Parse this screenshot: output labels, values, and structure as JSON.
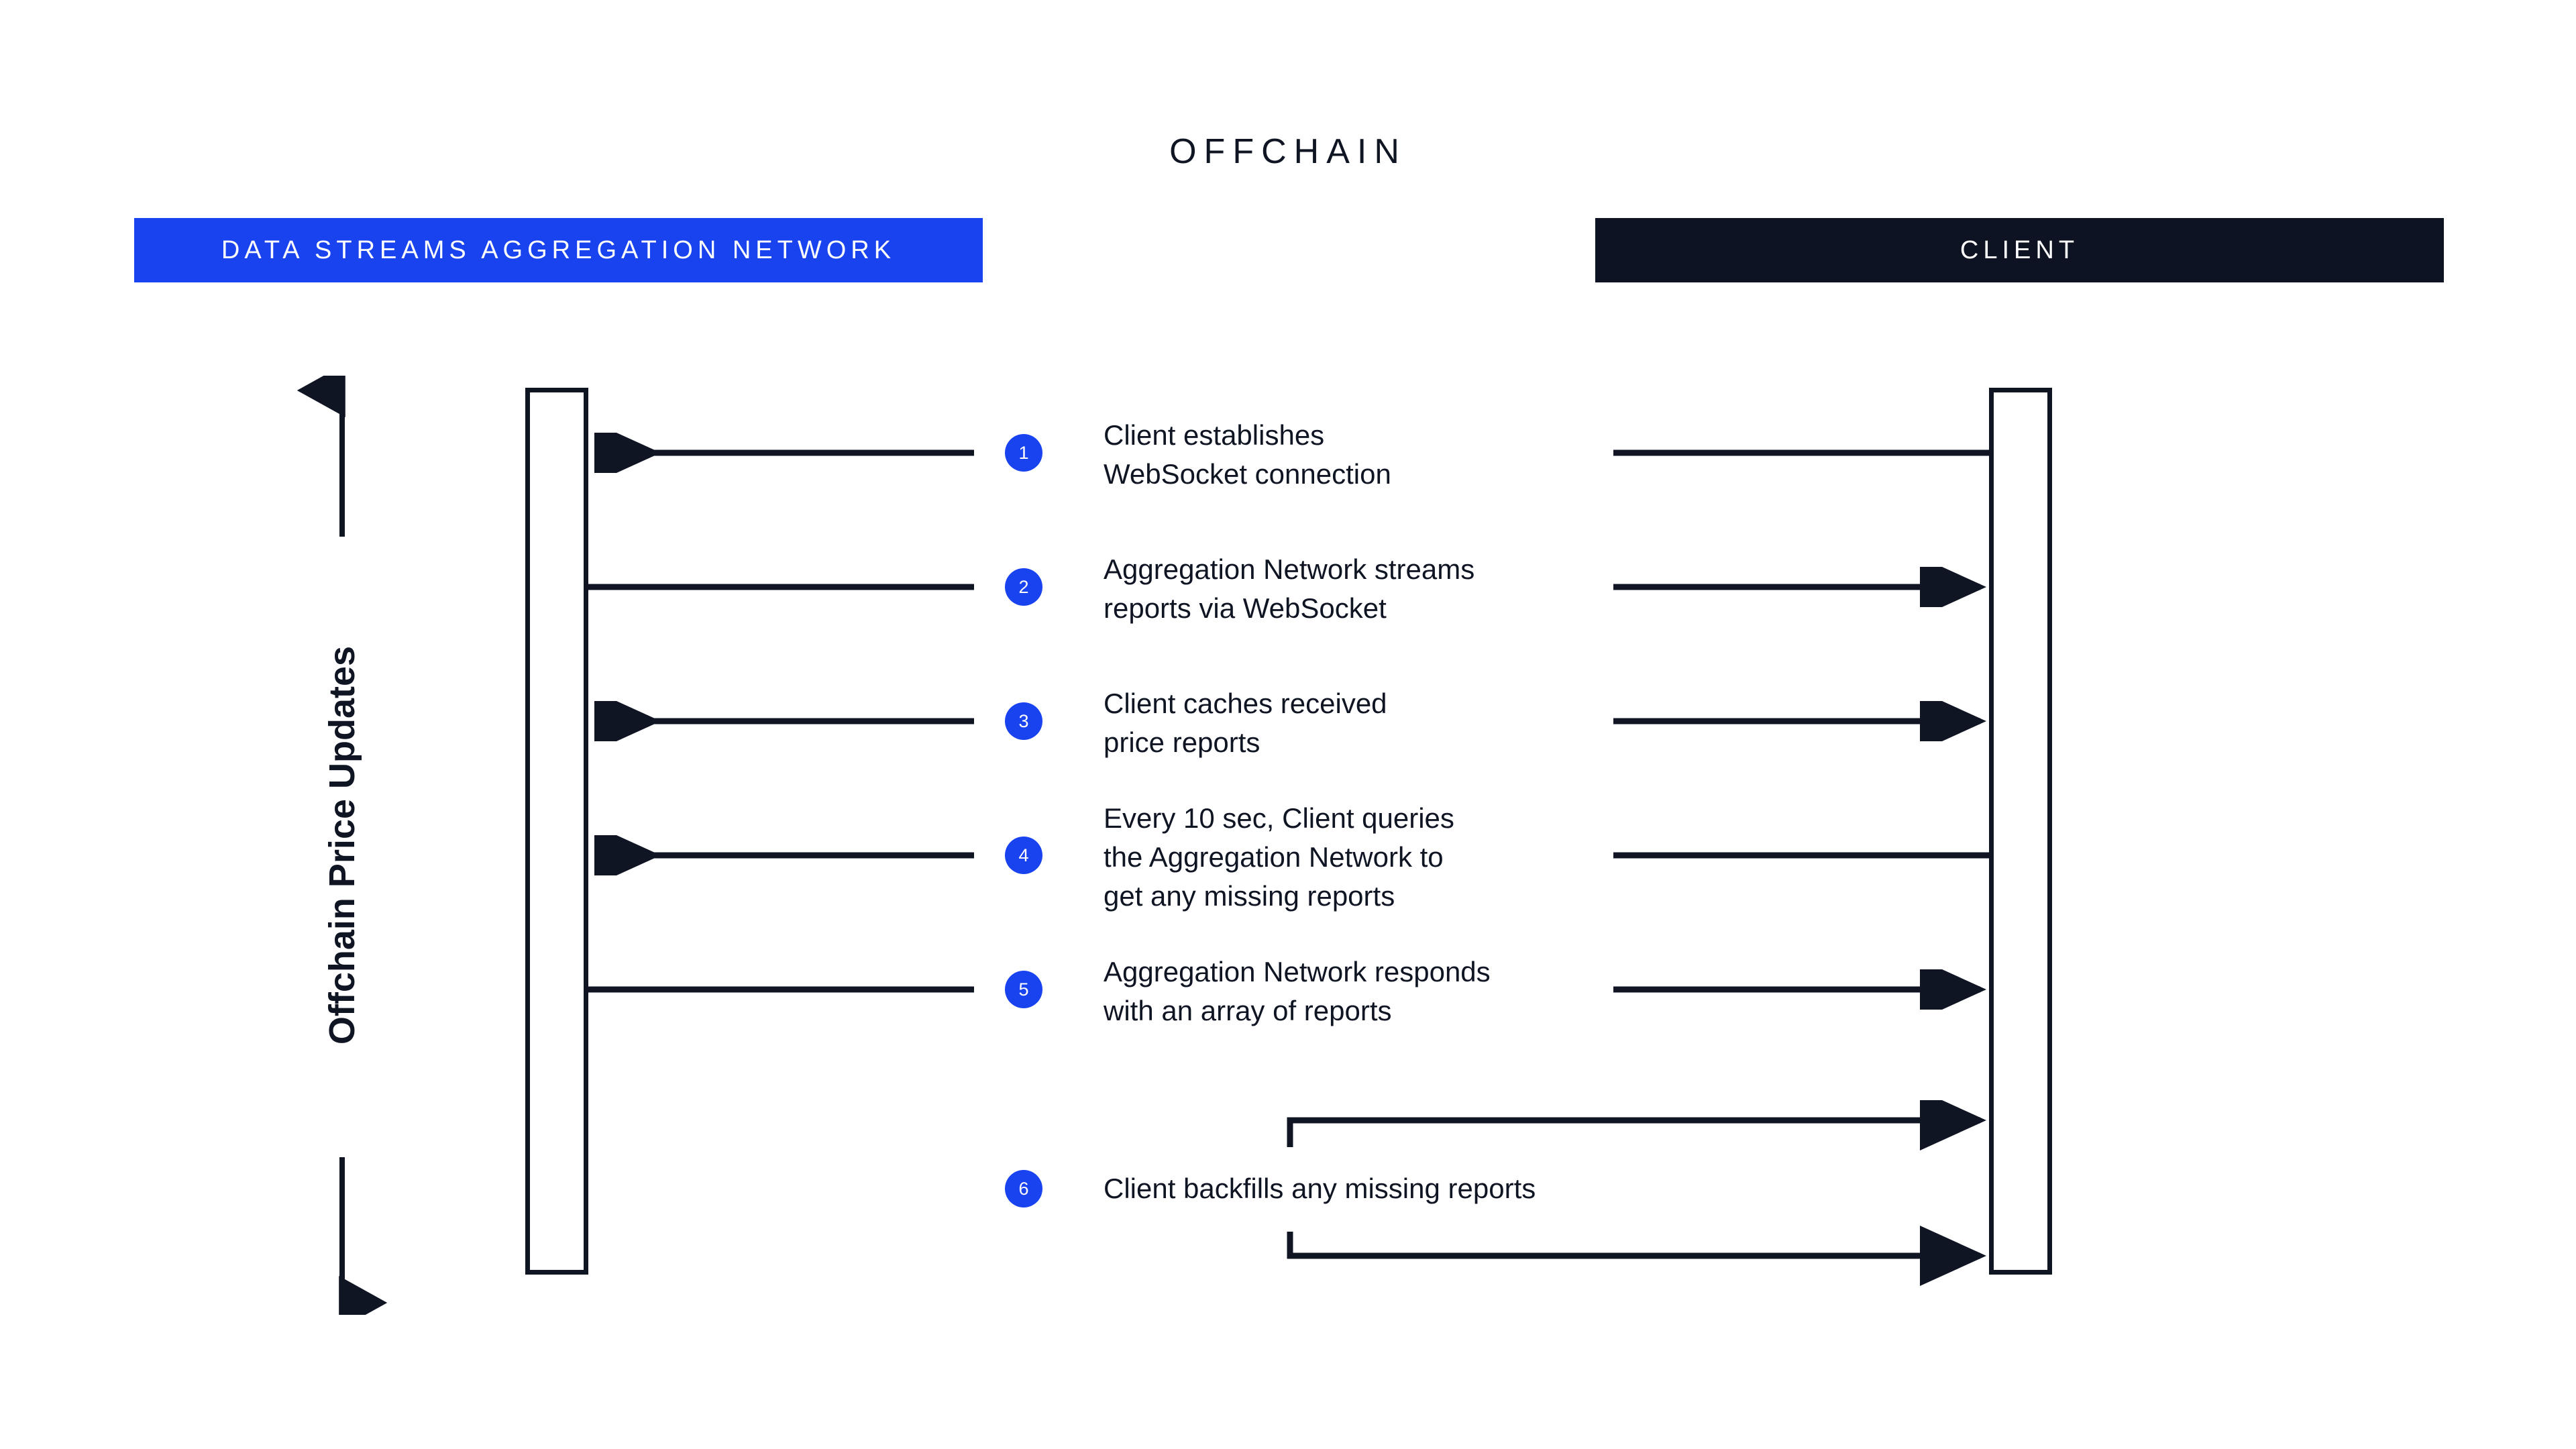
{
  "diagram": {
    "title": "OFFCHAIN",
    "axis_label": "Offchain Price Updates",
    "colors": {
      "accent_blue": "#1A43F0",
      "dark": "#0D1322",
      "line": "#101524",
      "background": "#ffffff"
    },
    "lanes": [
      {
        "id": "aggregation",
        "label": "DATA STREAMS AGGREGATION NETWORK",
        "style": "blue"
      },
      {
        "id": "client",
        "label": "CLIENT",
        "style": "dark"
      }
    ],
    "steps": [
      {
        "number": "1",
        "text": "Client establishes\nWebSocket connection",
        "left_arrow": "left",
        "right_arrow": "none"
      },
      {
        "number": "2",
        "text": "Aggregation Network streams\nreports via WebSocket",
        "left_arrow": "none",
        "right_arrow": "right"
      },
      {
        "number": "3",
        "text": "Client caches received\nprice reports",
        "left_arrow": "left",
        "right_arrow": "right"
      },
      {
        "number": "4",
        "text": "Every 10 sec, Client queries\nthe Aggregation Network to\nget any missing reports",
        "left_arrow": "left",
        "right_arrow": "none"
      },
      {
        "number": "5",
        "text": "Aggregation Network responds\nwith an array of reports",
        "left_arrow": "none",
        "right_arrow": "right"
      },
      {
        "number": "6",
        "text": "Client backfills any missing reports",
        "left_arrow": "none",
        "right_arrow": "self-loop"
      }
    ]
  }
}
